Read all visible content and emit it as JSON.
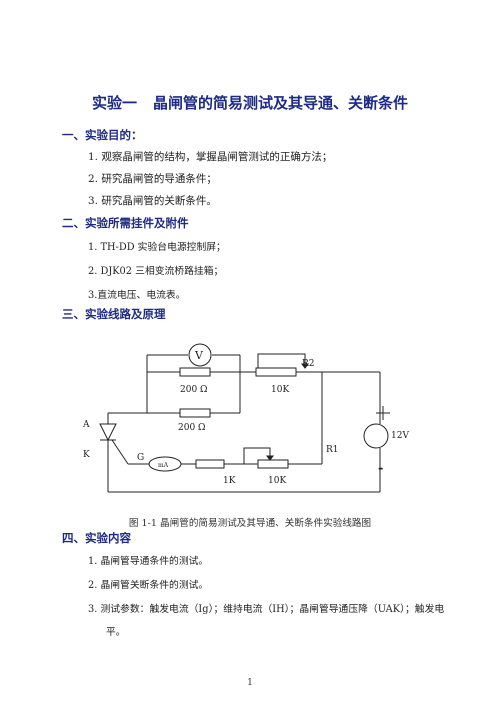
{
  "title": {
    "part1": "实验一",
    "part2": "晶闸管的简易测试及其导通、关断条件"
  },
  "sections": {
    "s1": {
      "heading": "一、实验目的：",
      "items": [
        "1. 观察晶闸管的结构，掌握晶闸管测试的正确方法；",
        "2. 研究晶闸管的导通条件；",
        "3. 研究晶闸管的关断条件。"
      ]
    },
    "s2": {
      "heading": "二、实验所需挂件及附件",
      "items": [
        "1. TH-DD 实验台电源控制屏；",
        "2. DJK02 三相变流桥路挂箱；",
        "3.直流电压、电流表。"
      ]
    },
    "s3": {
      "heading": "三、实验线路及原理"
    },
    "s4": {
      "heading": "四、实验内容",
      "items": [
        "1.    晶闸管导通条件的测试。",
        "2.    晶闸管关断条件的测试。",
        "3.    测试参数：触发电流（Ig）；维持电流（IH）；晶闸管导通压降（UAK）；触发电",
        "平。"
      ]
    }
  },
  "circuit": {
    "labels": {
      "voltmeter": "V",
      "r_top": "200 Ω",
      "r_bottom": "200 Ω",
      "pot_top_value": "10K",
      "pot_top_name": "R2",
      "r_1k": "1K",
      "pot_bottom_value": "10K",
      "pot_bottom_name": "R1",
      "ammeter": "mA",
      "anode": "A",
      "cathode": "K",
      "gate": "G",
      "battery": "12V",
      "plus": "+",
      "minus": "-"
    }
  },
  "caption": "图 1-1  晶闸管的简易测试及其导通、关断条件实验线路图",
  "page_number": "1"
}
